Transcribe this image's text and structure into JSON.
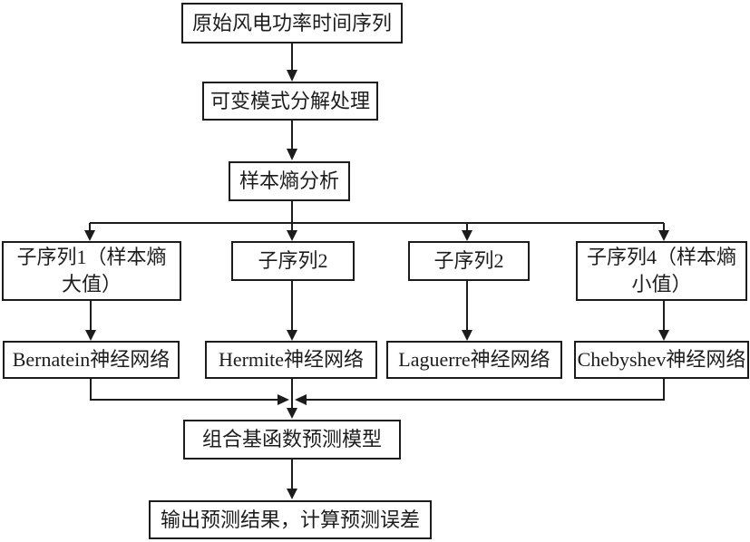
{
  "diagram": {
    "background": "#ffffff",
    "line_color": "#1c1c1c",
    "nodes": {
      "original": {
        "label": "原始风电功率时间序列"
      },
      "vmd": {
        "label": "可变模式分解处理"
      },
      "entropy": {
        "label": "样本熵分析"
      },
      "sub1": {
        "label": "子序列1（样本熵\n大值）"
      },
      "sub2": {
        "label": "子序列2"
      },
      "sub3": {
        "label": "子序列2"
      },
      "sub4": {
        "label": "子序列4（样本熵\n小值）"
      },
      "nn1": {
        "label": "Bernatein神经网络"
      },
      "nn2": {
        "label": "Hermite神经网络"
      },
      "nn3": {
        "label": "Laguerre神经网络"
      },
      "nn4": {
        "label": "Chebyshev神经网络"
      },
      "combine": {
        "label": "组合基函数预测模型"
      },
      "output": {
        "label": "输出预测结果，计算预测误差"
      }
    },
    "edges": [
      {
        "from": "original",
        "to": "vmd"
      },
      {
        "from": "vmd",
        "to": "entropy"
      },
      {
        "from": "entropy",
        "to": "sub1"
      },
      {
        "from": "entropy",
        "to": "sub2"
      },
      {
        "from": "entropy",
        "to": "sub3"
      },
      {
        "from": "entropy",
        "to": "sub4"
      },
      {
        "from": "sub1",
        "to": "nn1"
      },
      {
        "from": "sub2",
        "to": "nn2"
      },
      {
        "from": "sub3",
        "to": "nn3"
      },
      {
        "from": "sub4",
        "to": "nn4"
      },
      {
        "from": "nn1",
        "to": "combine"
      },
      {
        "from": "nn2",
        "to": "combine"
      },
      {
        "from": "nn4",
        "to": "combine"
      },
      {
        "from": "combine",
        "to": "output"
      }
    ]
  }
}
